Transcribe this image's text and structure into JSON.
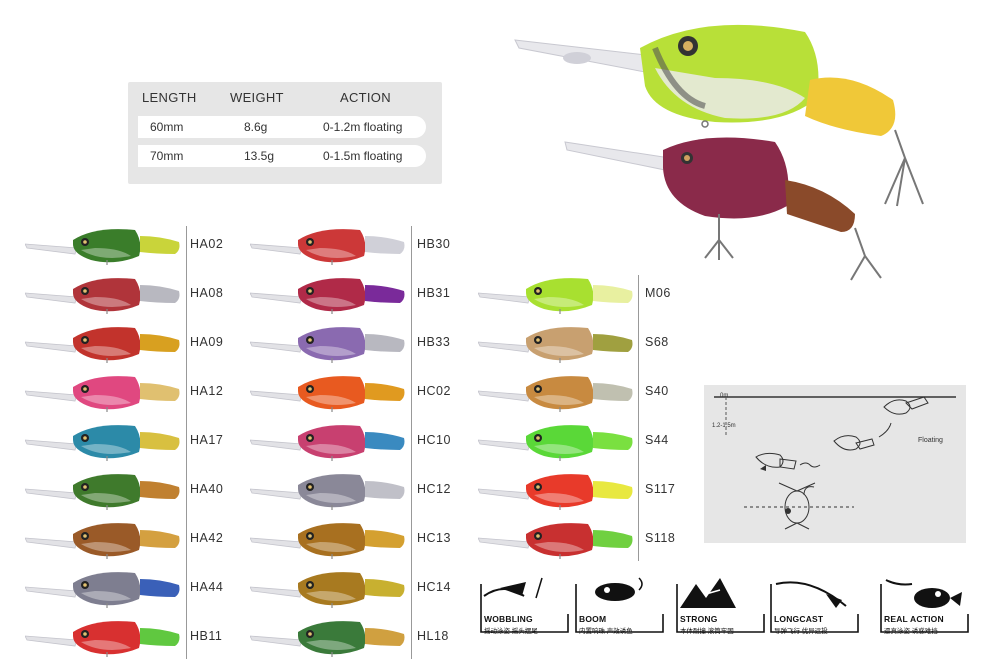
{
  "spec": {
    "headers": [
      "LENGTH",
      "WEIGHT",
      "ACTION"
    ],
    "rows": [
      [
        "60mm",
        "8.6g",
        "0-1.2m floating"
      ],
      [
        "70mm",
        "13.5g",
        "0-1.5m floating"
      ]
    ]
  },
  "columns": [
    {
      "codes": [
        "HA02",
        "HA08",
        "HA09",
        "HA12",
        "HA17",
        "HA40",
        "HA42",
        "HA44",
        "HB11"
      ]
    },
    {
      "codes": [
        "HB30",
        "HB31",
        "HB33",
        "HC02",
        "HC10",
        "HC12",
        "HC13",
        "HC14",
        "HL18"
      ]
    },
    {
      "codes": [
        "M06",
        "S68",
        "S40",
        "S44",
        "S117",
        "S118"
      ]
    }
  ],
  "lure_colors": {
    "HA02": [
      "#3a7d2a",
      "#c9d43a"
    ],
    "HA08": [
      "#b0343a",
      "#b8b8c0"
    ],
    "HA09": [
      "#c2332c",
      "#d8a020"
    ],
    "HA12": [
      "#e04880",
      "#e0c070"
    ],
    "HA17": [
      "#2c8aa8",
      "#d8c040"
    ],
    "HA40": [
      "#3f7a2c",
      "#c08030"
    ],
    "HA42": [
      "#9a5a28",
      "#d4a040"
    ],
    "HA44": [
      "#7e7e90",
      "#3a60b8"
    ],
    "HB11": [
      "#d83030",
      "#60c840"
    ],
    "HB30": [
      "#cc3838",
      "#d0d0d8"
    ],
    "HB31": [
      "#b02a48",
      "#7a2a9a"
    ],
    "HB33": [
      "#8a6ab0",
      "#b8b8c0"
    ],
    "HC02": [
      "#e85a20",
      "#e09a20"
    ],
    "HC10": [
      "#c84070",
      "#3a8ac0"
    ],
    "HC12": [
      "#8a8898",
      "#c0c0c8"
    ],
    "HC13": [
      "#a87020",
      "#d4a030"
    ],
    "HC14": [
      "#a87a20",
      "#c8b030"
    ],
    "HL18": [
      "#3a7a3a",
      "#d0a040"
    ],
    "M06": [
      "#a8e030",
      "#e8f0a0"
    ],
    "S68": [
      "#c8a070",
      "#a0a040"
    ],
    "S40": [
      "#c88a40",
      "#c0c0b0"
    ],
    "S44": [
      "#5ad838",
      "#7ae040"
    ],
    "S117": [
      "#e83a2a",
      "#e8e840"
    ],
    "S118": [
      "#c83030",
      "#70d040"
    ]
  },
  "hero": {
    "top_colors": [
      "#b8e038",
      "#f0c838"
    ],
    "bottom_colors": [
      "#8a2a4a",
      "#8a4a2a"
    ]
  },
  "diagram": {
    "depth_top": "0m",
    "depth_range": "1.2-1.5m",
    "floating_label": "Floating"
  },
  "badges": [
    {
      "title": "WOBBLING",
      "subtitle": "摇动泳姿  摇头摆尾"
    },
    {
      "title": "BOOM",
      "subtitle": "内置响珠  声效诱鱼"
    },
    {
      "title": "STRONG",
      "subtitle": "本体耐撞  滚筒牢固"
    },
    {
      "title": "LONGCAST",
      "subtitle": "导弹飞行  优异远投"
    },
    {
      "title": "REAL ACTION",
      "subtitle": "逼真泳姿  诱惑难挡"
    }
  ]
}
